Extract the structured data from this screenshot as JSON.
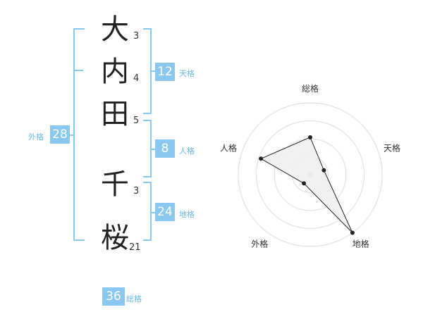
{
  "name": {
    "chars": [
      {
        "char": "大",
        "strokes": "3"
      },
      {
        "char": "内",
        "strokes": "4"
      },
      {
        "char": "田",
        "strokes": "5"
      },
      {
        "char": "千",
        "strokes": "3"
      },
      {
        "char": "桜",
        "strokes": "21"
      }
    ]
  },
  "kaku": {
    "tenkaku": {
      "value": "12",
      "label": "天格"
    },
    "jinkaku": {
      "value": "8",
      "label": "人格"
    },
    "chikaku": {
      "value": "24",
      "label": "地格"
    },
    "gaikaku": {
      "value": "28",
      "label": "外格"
    },
    "soukaku": {
      "value": "36",
      "label": "総格"
    }
  },
  "chart_data": {
    "type": "radar",
    "axes": [
      "総格",
      "天格",
      "地格",
      "外格",
      "人格"
    ],
    "values": [
      0.52,
      0.2,
      1.0,
      0.15,
      0.72
    ],
    "rings": 4,
    "colors": {
      "fill": "#f0f0f0",
      "stroke": "#222222",
      "grid": "#dddddd",
      "accent": "#8ac8f0"
    }
  }
}
